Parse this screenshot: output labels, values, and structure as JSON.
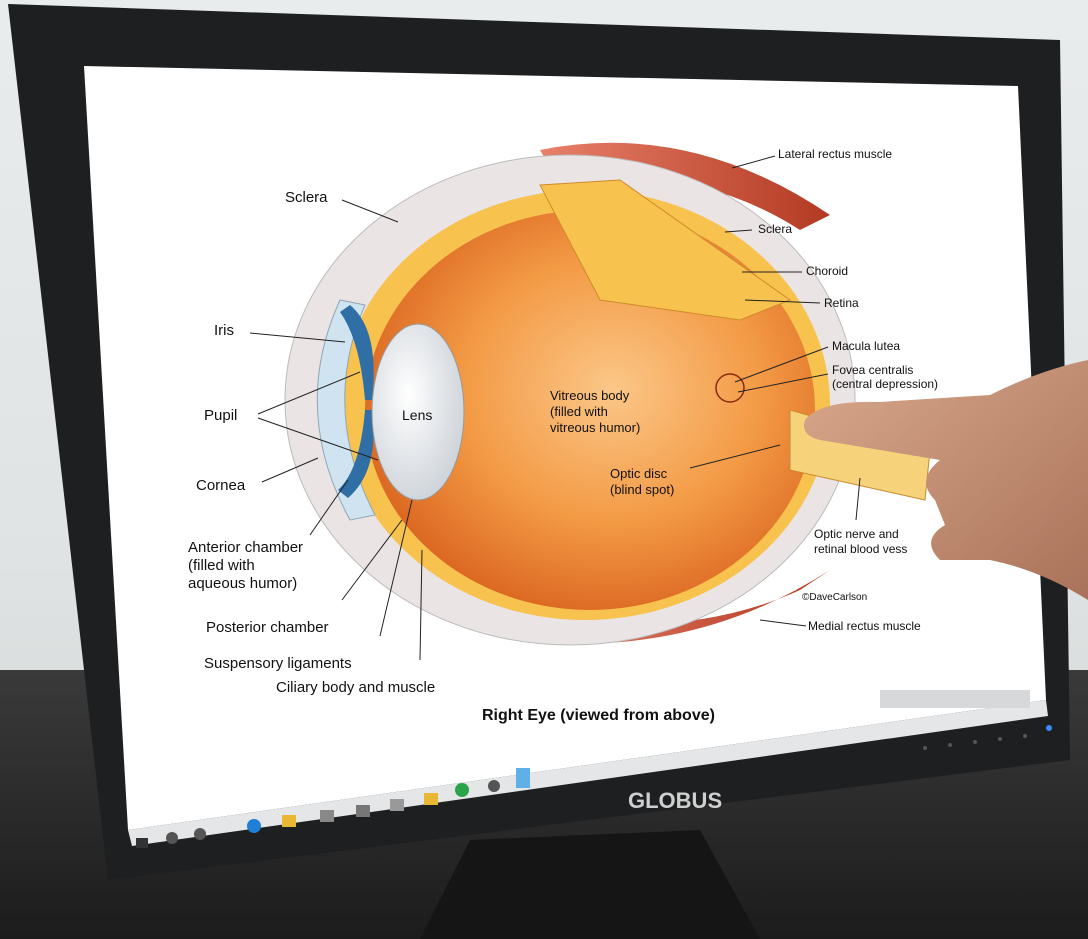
{
  "monitor": {
    "brand": "GLOBUS"
  },
  "diagram": {
    "title": "Right Eye (viewed from above)",
    "credit": "©DaveCarlson",
    "labels": {
      "lateral_rectus": "Lateral rectus muscle",
      "sclera_top": "Sclera",
      "sclera_right": "Sclera",
      "choroid": "Choroid",
      "retina": "Retina",
      "macula": "Macula lutea",
      "fovea_1": "Fovea centralis",
      "fovea_2": "(central depression)",
      "iris": "Iris",
      "pupil": "Pupil",
      "lens": "Lens",
      "vitreous_1": "Vitreous body",
      "vitreous_2": "(filled with",
      "vitreous_3": "vitreous humor)",
      "cornea": "Cornea",
      "optic_disc_1": "Optic disc",
      "optic_disc_2": "(blind spot)",
      "anterior_1": "Anterior chamber",
      "anterior_2": "(filled with",
      "anterior_3": "aqueous humor)",
      "optic_nerve_1": "Optic nerve and",
      "optic_nerve_2": "retinal blood vess",
      "posterior": "Posterior chamber",
      "suspensory": "Suspensory ligaments",
      "ciliary": "Ciliary body and muscle",
      "medial_rectus": "Medial rectus muscle"
    }
  },
  "taskbar": {
    "icons": [
      "start-icon",
      "search-icon",
      "task-view-icon",
      "edge-browser-icon",
      "file-explorer-icon",
      "store-icon",
      "mail-icon",
      "calendar-icon",
      "folder-icon",
      "chrome-icon",
      "settings-icon",
      "photos-icon"
    ]
  },
  "colors": {
    "bezel": "#1d1f21",
    "screen": "#ffffff",
    "eyeball": "#f0862e",
    "muscle": "#c8452b",
    "retina": "#f7c24d"
  }
}
